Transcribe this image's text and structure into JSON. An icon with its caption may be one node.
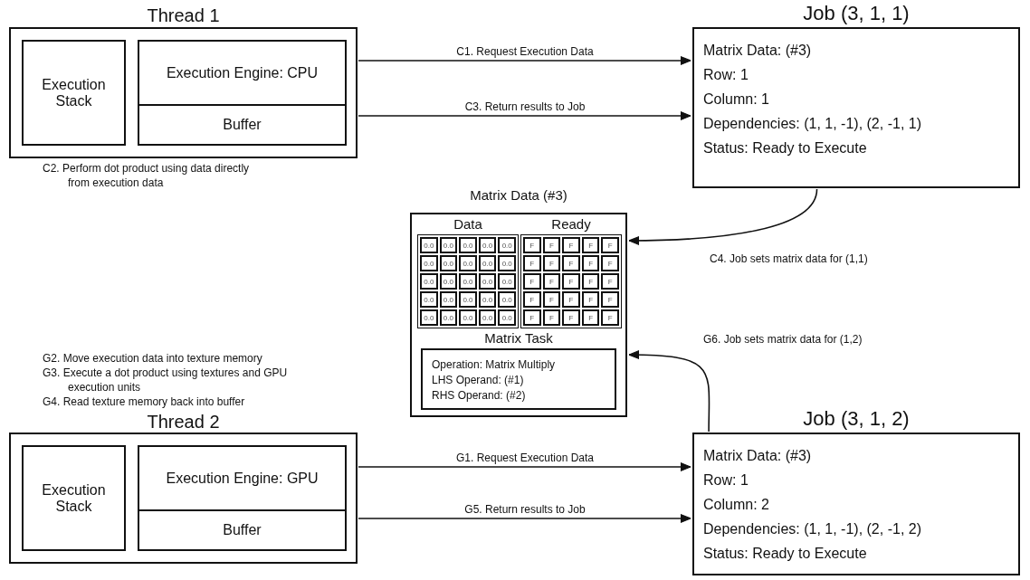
{
  "diagram": {
    "nodes": [
      {
        "text": [
          "Thread 1"
        ]
      },
      {
        "text": [
          "Execution Stack"
        ],
        "in": 0
      },
      {
        "text": [
          "Execution Engine: CPU"
        ],
        "in": 0
      },
      {
        "text": [
          "Buffer"
        ],
        "in": 0
      },
      {
        "text": [
          "Job (3, 1, 1)",
          "Matrix Data: (#3)",
          "Row: 1",
          "Column: 1",
          "Dependencies: (1, 1, -1), (2, -1, 1)",
          "Status: Ready to Execute"
        ]
      },
      {
        "text": [
          "Matrix Data (#3)"
        ]
      },
      {
        "text": [
          "Data",
          "0.0",
          "0.0",
          "0.0",
          "0.0",
          "0.0",
          "0.0",
          "0.0",
          "0.0",
          "0.0",
          "0.0",
          "0.0",
          "0.0",
          "0.0",
          "0.0",
          "0.0",
          "0.0",
          "0.0",
          "0.0",
          "0.0",
          "0.0",
          "0.0",
          "0.0",
          "0.0",
          "0.0",
          "0.0"
        ],
        "in": 5
      },
      {
        "text": [
          "Ready",
          "F",
          "F",
          "F",
          "F",
          "F",
          "F",
          "F",
          "F",
          "F",
          "F",
          "F",
          "F",
          "F",
          "F",
          "F",
          "F",
          "F",
          "F",
          "F",
          "F",
          "F",
          "F",
          "F",
          "F",
          "F"
        ],
        "in": 5
      },
      {
        "text": [
          "Matrix Task",
          "Operation: Matrix Multiply",
          "LHS Operand: (#1)",
          "RHS Operand: (#2)"
        ],
        "in": 5
      },
      {
        "text": [
          "Job (3, 1, 2)",
          "Matrix Data: (#3)",
          "Row: 1",
          "Column: 2",
          "Dependencies: (1, 1, -1), (2, -1, 2)",
          "Status: Ready to Execute"
        ]
      },
      {
        "text": [
          "Thread 2"
        ]
      },
      {
        "text": [
          "Execution Stack"
        ],
        "in": 10
      },
      {
        "text": [
          "Execution Engine: GPU"
        ],
        "in": 10
      },
      {
        "text": [
          "Buffer"
        ],
        "in": 10
      }
    ],
    "edges": [
      {
        "from": 0,
        "to": 4,
        "arrow": "to",
        "label": "C1. Request Execution Data"
      },
      {
        "from": 0,
        "to": 4,
        "arrow": "to",
        "label": "C3. Return results to Job"
      },
      {
        "from": 4,
        "to": 5,
        "arrow": "to",
        "label": "C4. Job sets matrix data for (1,1)"
      },
      {
        "from": 9,
        "to": 5,
        "arrow": "to",
        "label": "G6. Job sets matrix data for (1,2)"
      },
      {
        "from": 10,
        "to": 9,
        "arrow": "to",
        "label": "G1. Request Execution Data"
      },
      {
        "from": 10,
        "to": 9,
        "arrow": "to",
        "label": "G5. Return results to Job"
      }
    ],
    "labels": [
      "C2. Perform dot product using data directly from execution data",
      "G2. Move execution data into texture memory",
      "G3. Execute a dot product using textures and GPU execution units",
      "G4. Read texture memory back into buffer"
    ]
  }
}
